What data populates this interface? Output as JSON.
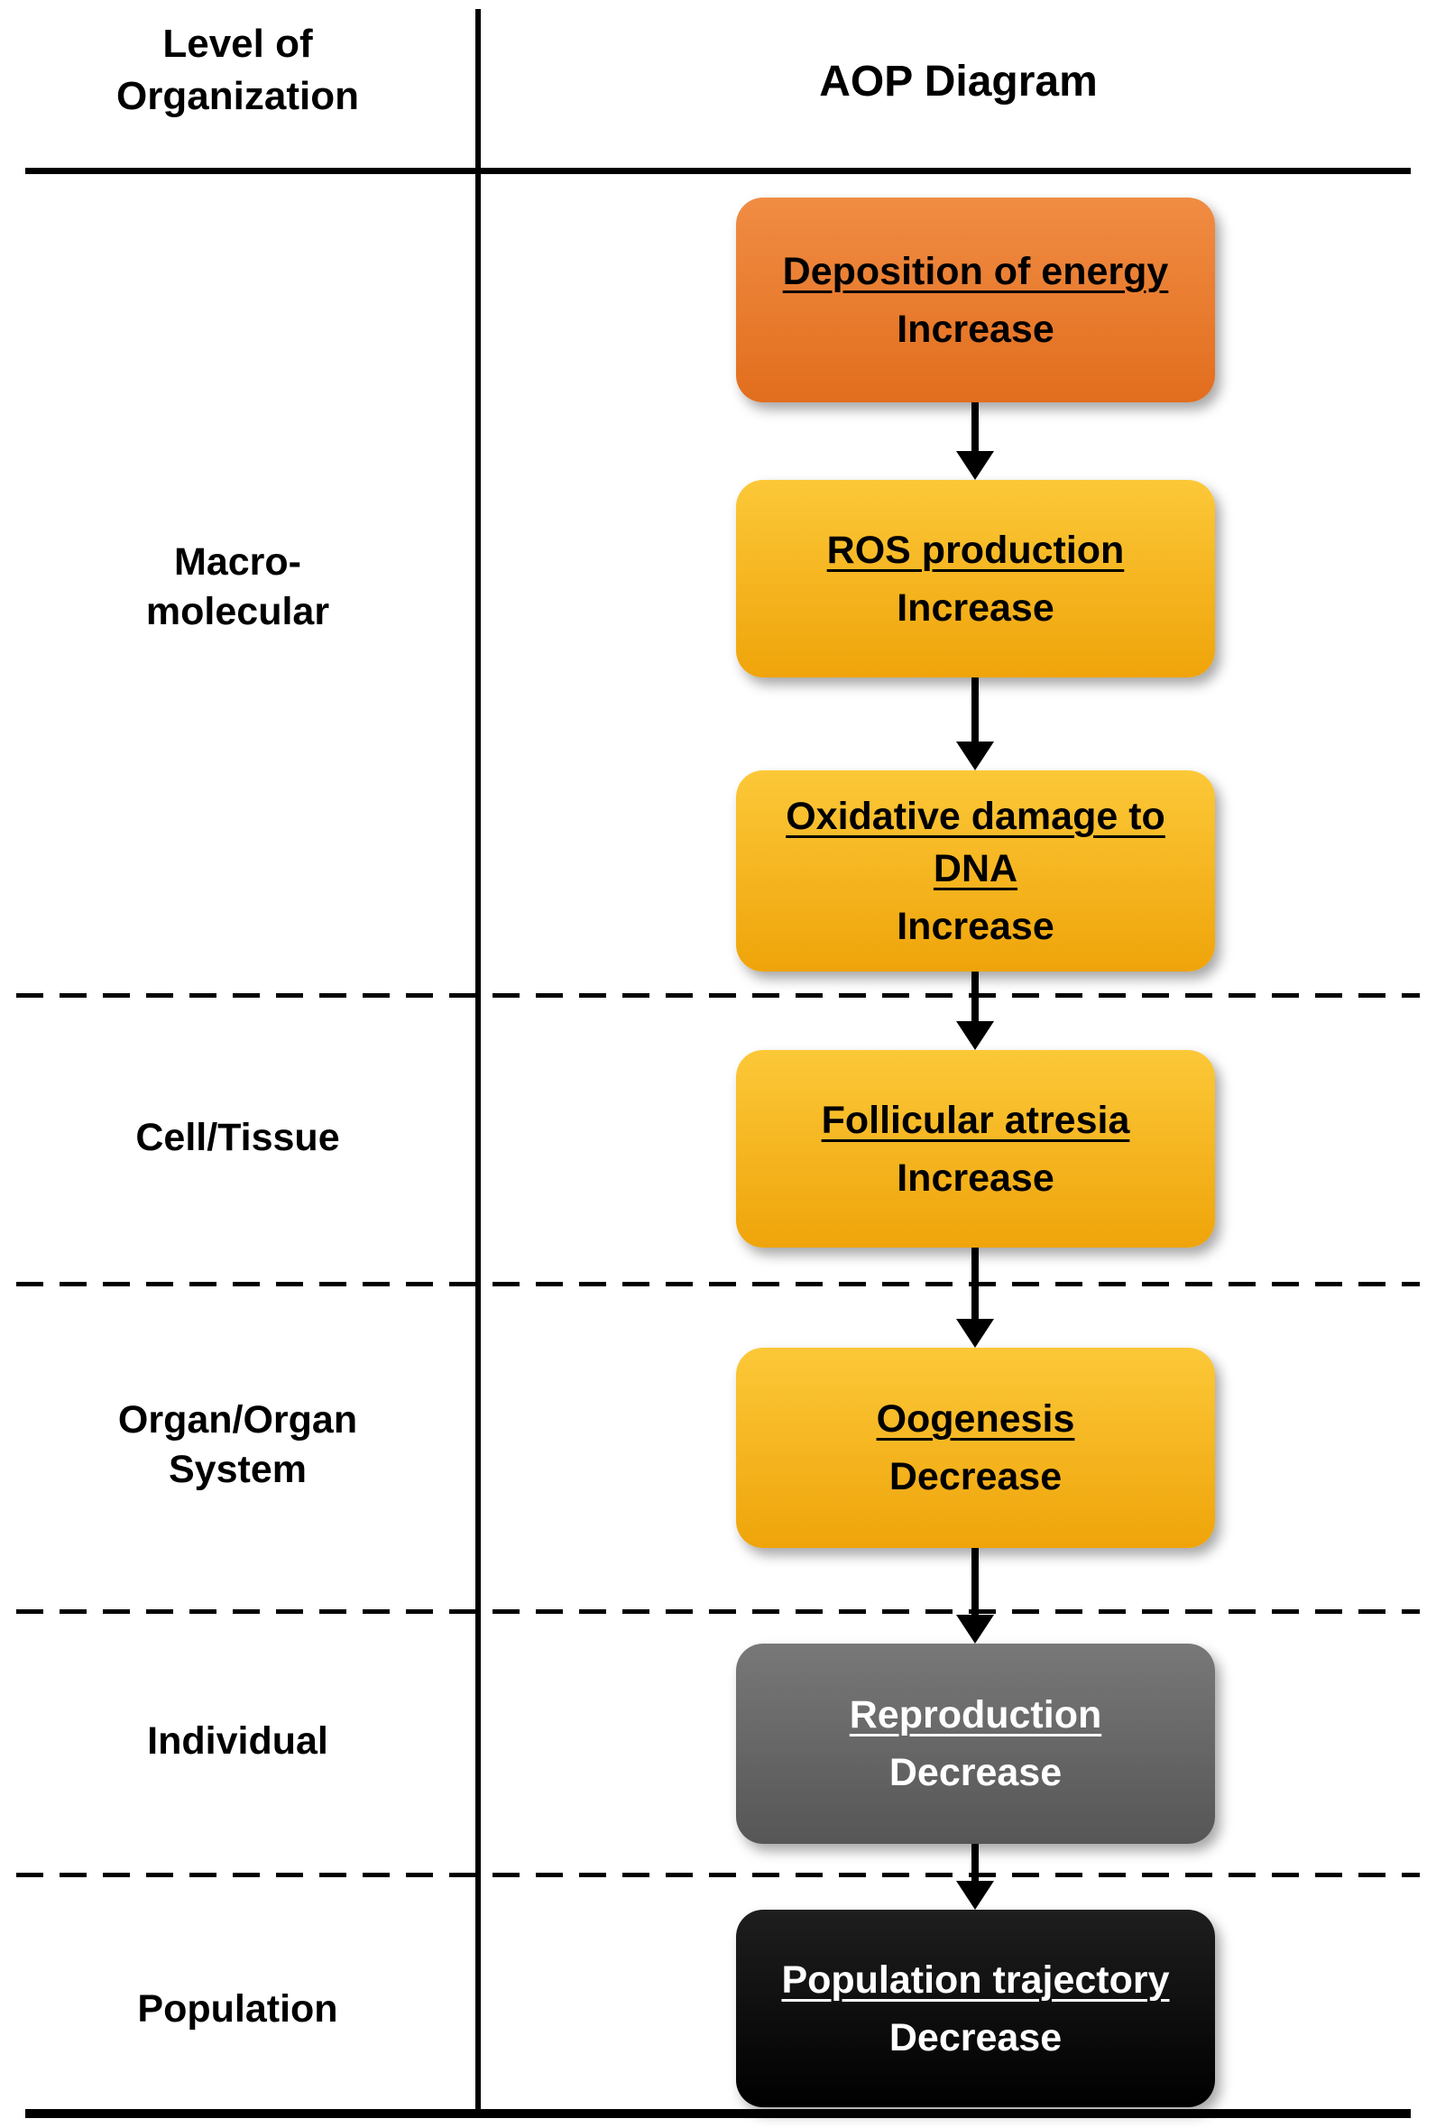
{
  "header": {
    "left_label": {
      "lines": [
        "Level of",
        "Organization"
      ]
    },
    "right_label": "AOP Diagram"
  },
  "levels": [
    {
      "name": "Macro-molecular",
      "lines": [
        "Macro-",
        "molecular"
      ]
    },
    {
      "name": "Cell/Tissue",
      "lines": [
        "Cell/Tissue"
      ]
    },
    {
      "name": "Organ/Organ System",
      "lines": [
        "Organ/Organ",
        "System"
      ]
    },
    {
      "name": "Individual",
      "lines": [
        "Individual"
      ]
    },
    {
      "name": "Population",
      "lines": [
        "Population"
      ]
    }
  ],
  "nodes": [
    {
      "title": "Deposition of energy",
      "direction": "Increase",
      "color_top": "#F08C43",
      "color_bottom": "#E26E1E",
      "text_color": "#000000"
    },
    {
      "title": "ROS production",
      "direction": "Increase",
      "color_top": "#FCC838",
      "color_bottom": "#EFA40A",
      "text_color": "#000000"
    },
    {
      "title": "Oxidative damage to DNA",
      "direction": "Increase",
      "color_top": "#FCC838",
      "color_bottom": "#EFA40A",
      "text_color": "#000000"
    },
    {
      "title": "Follicular atresia",
      "direction": "Increase",
      "color_top": "#FCC838",
      "color_bottom": "#EFA40A",
      "text_color": "#000000"
    },
    {
      "title": "Oogenesis",
      "direction": "Decrease",
      "color_top": "#FCC838",
      "color_bottom": "#EFA40A",
      "text_color": "#000000"
    },
    {
      "title": "Reproduction",
      "direction": "Decrease",
      "color_top": "#787878",
      "color_bottom": "#565656",
      "text_color": "#FFFFFF"
    },
    {
      "title": "Population trajectory",
      "direction": "Decrease",
      "color_top": "#1E1E1E",
      "color_bottom": "#000000",
      "text_color": "#FFFFFF"
    }
  ],
  "line_color": "#000000"
}
